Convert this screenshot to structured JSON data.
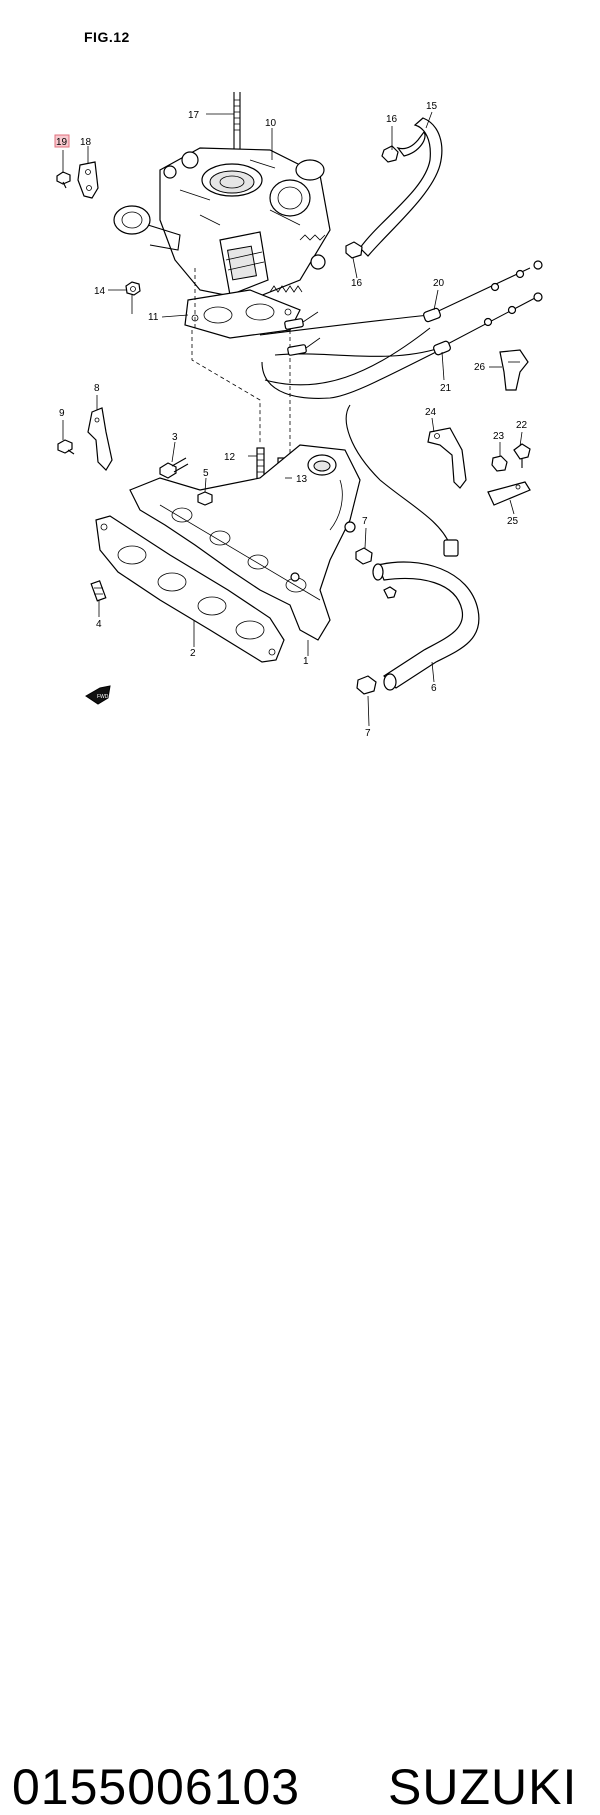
{
  "figure": {
    "title": "FIG.12"
  },
  "callouts": {
    "c1": "1",
    "c2": "2",
    "c3": "3",
    "c4": "4",
    "c5": "5",
    "c6": "6",
    "c7a": "7",
    "c7b": "7",
    "c8": "8",
    "c9": "9",
    "c10": "10",
    "c11": "11",
    "c12": "12",
    "c13": "13",
    "c14": "14",
    "c15": "15",
    "c16a": "16",
    "c16b": "16",
    "c17": "17",
    "c18": "18",
    "c19": "19",
    "c20": "20",
    "c21": "21",
    "c22": "22",
    "c23": "23",
    "c24": "24",
    "c25": "25",
    "c26": "26"
  },
  "highlight": {
    "callout": "19",
    "color": "#f7c9cf"
  },
  "fwd_label": "FWD",
  "footer": {
    "part_number": "0155006103",
    "brand": "SUZUKI"
  }
}
